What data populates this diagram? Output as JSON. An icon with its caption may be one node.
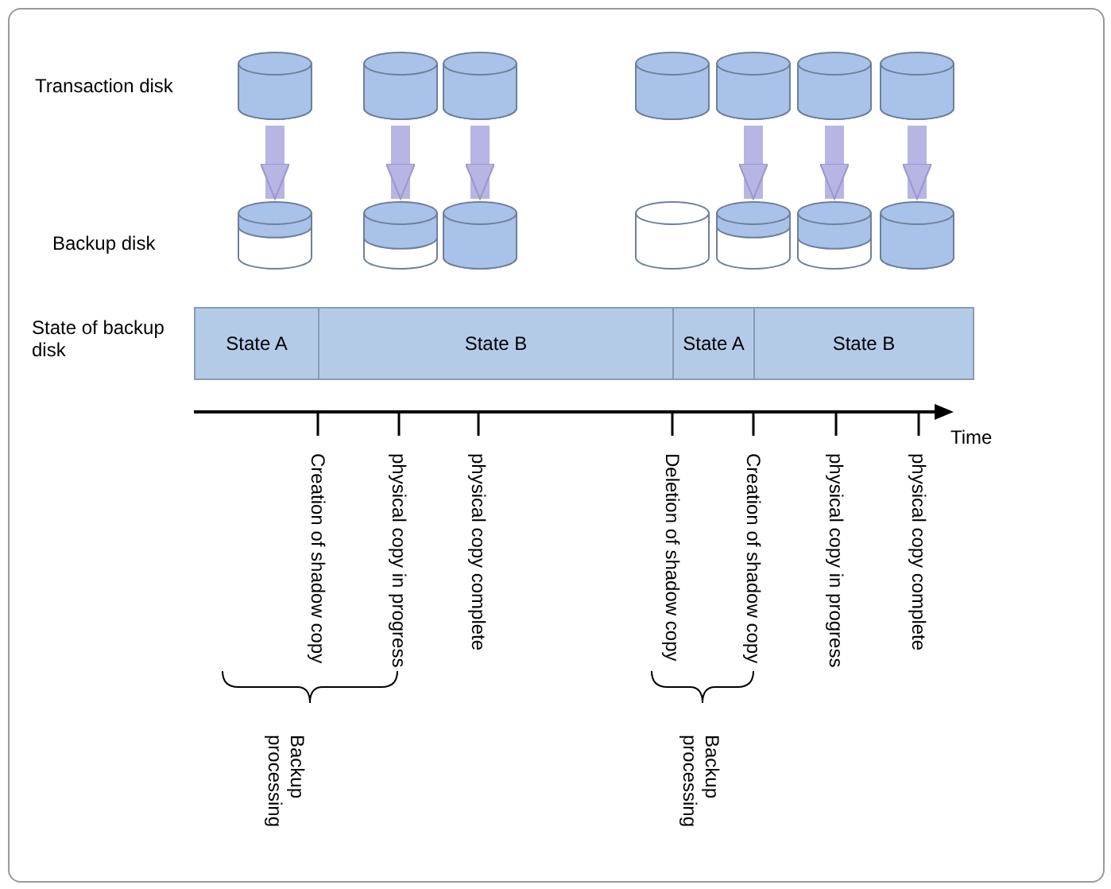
{
  "diagram": {
    "nodes": [
      {
        "text": [],
        "shape": "cylinder"
      },
      {
        "text": [],
        "shape": "cylinder"
      },
      {
        "text": [],
        "shape": "cylinder"
      },
      {
        "text": [],
        "shape": "cylinder"
      },
      {
        "text": [],
        "shape": "cylinder"
      },
      {
        "text": [],
        "shape": "cylinder"
      },
      {
        "text": [],
        "shape": "cylinder"
      },
      {
        "text": [],
        "shape": "cylinder"
      },
      {
        "text": [],
        "shape": "cylinder"
      },
      {
        "text": [],
        "shape": "cylinder"
      },
      {
        "text": [],
        "shape": "cylinder"
      },
      {
        "text": [],
        "shape": "cylinder"
      },
      {
        "text": [],
        "shape": "cylinder"
      },
      {
        "text": [],
        "shape": "cylinder"
      },
      {
        "text": [
          "State A"
        ]
      },
      {
        "text": [
          "State B"
        ]
      },
      {
        "text": [
          "State A"
        ]
      },
      {
        "text": [
          "State B"
        ]
      }
    ],
    "edges": [
      {
        "from": 0,
        "to": 7,
        "arrow": "to"
      },
      {
        "from": 1,
        "to": 8,
        "arrow": "to"
      },
      {
        "from": 2,
        "to": 9,
        "arrow": "to"
      },
      {
        "from": 4,
        "to": 11,
        "arrow": "to"
      },
      {
        "from": 5,
        "to": 12,
        "arrow": "to"
      },
      {
        "from": 6,
        "to": 13,
        "arrow": "to"
      }
    ],
    "labels": [
      "Transaction disk",
      "Backup disk",
      "State of backup disk",
      "Time",
      "Creation of shadow copy",
      "physical copy in progress",
      "physical copy complete",
      "Deletion of shadow copy",
      "Creation of shadow copy",
      "physical copy in progress",
      "physical copy complete",
      "Backup processing",
      "Backup processing"
    ]
  }
}
